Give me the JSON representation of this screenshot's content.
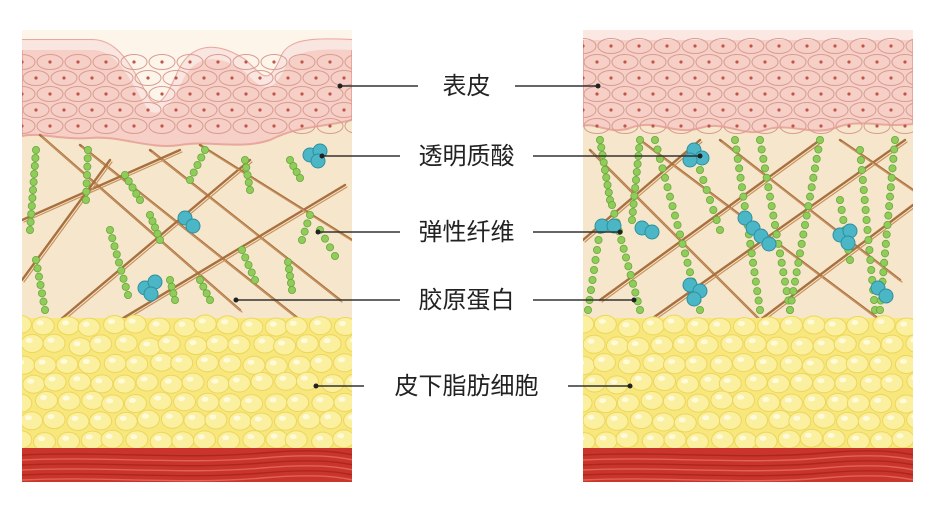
{
  "labels": {
    "epidermis": "表皮",
    "hyaluronic_acid": "透明质酸",
    "elastic_fiber": "弹性纤维",
    "collagen": "胶原蛋白",
    "subcutaneous_fat": "皮下脂肪细胞"
  },
  "colors": {
    "epidermis_pink": "#f6cfc6",
    "epidermis_cell_line": "#d99c91",
    "dermis_beige": "#f6e6cc",
    "collagen_brown": "#a8703e",
    "elastic_green": "#8fcc5a",
    "hyaluronic_teal": "#4bb6c6",
    "fat_yellow": "#f7e77d",
    "muscle_red": "#c9352a"
  }
}
